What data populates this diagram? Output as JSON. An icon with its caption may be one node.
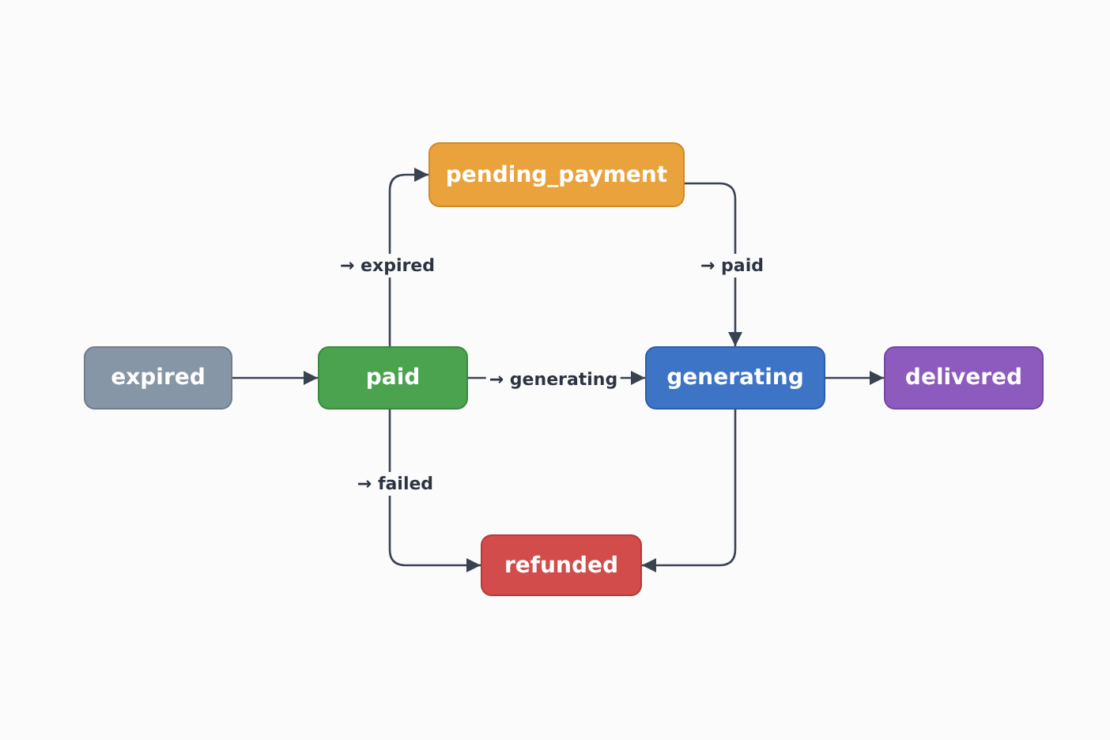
{
  "diagram": {
    "nodes": [
      {
        "text": [
          "expired"
        ]
      },
      {
        "text": [
          "paid"
        ]
      },
      {
        "text": [
          "pending_payment"
        ]
      },
      {
        "text": [
          "generating"
        ]
      },
      {
        "text": [
          "delivered"
        ]
      },
      {
        "text": [
          "refunded"
        ]
      }
    ],
    "edges": [
      {
        "from": 0,
        "to": 1,
        "arrow": "to"
      },
      {
        "from": 1,
        "to": 2,
        "arrow": "to",
        "label": "→ expired"
      },
      {
        "from": 2,
        "to": 3,
        "arrow": "to",
        "label": "→ paid"
      },
      {
        "from": 1,
        "to": 3,
        "arrow": "to",
        "label": "→ generating"
      },
      {
        "from": 3,
        "to": 4,
        "arrow": "to"
      },
      {
        "from": 1,
        "to": 5,
        "arrow": "to",
        "label": "→ failed"
      },
      {
        "from": 3,
        "to": 5,
        "arrow": "to"
      }
    ]
  }
}
